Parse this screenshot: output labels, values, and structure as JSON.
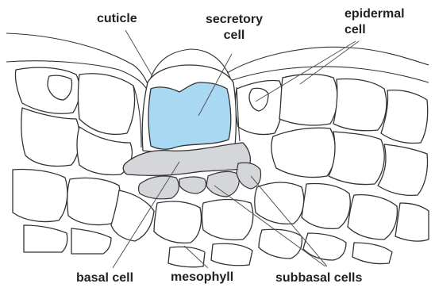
{
  "labels": {
    "cuticle": "cuticle",
    "secretory_line1": "secretory",
    "secretory_line2": "cell",
    "epidermal_line1": "epidermal",
    "epidermal_line2": "cell",
    "basal": "basal cell",
    "mesophyll": "mesophyll",
    "subbasal": "subbasal cells"
  },
  "colors": {
    "secretory_fill": "#a8d8f2",
    "basal_fill": "#d4d6d9",
    "outline": "#333333"
  }
}
